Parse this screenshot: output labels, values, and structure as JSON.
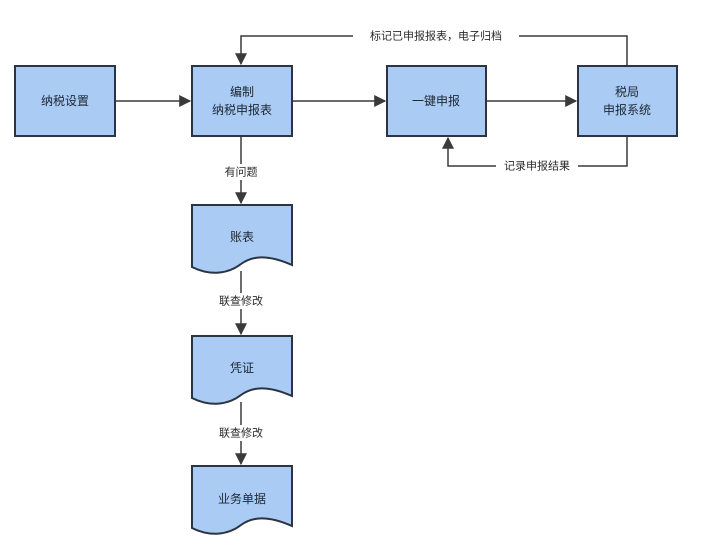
{
  "colors": {
    "node_fill": "#a9cbf4",
    "node_stroke": "#2b3440",
    "edge": "#3a3a3a"
  },
  "nodes": {
    "tax_setup": {
      "label": [
        "纳税设置"
      ]
    },
    "prepare_return": {
      "label": [
        "编制",
        "纳税申报表"
      ]
    },
    "one_click_declare": {
      "label": [
        "一键申报"
      ]
    },
    "tax_bureau_system": {
      "label": [
        "税局",
        "申报系统"
      ]
    },
    "ledger": {
      "label": [
        "账表"
      ]
    },
    "voucher": {
      "label": [
        "凭证"
      ]
    },
    "business_document": {
      "label": [
        "业务单据"
      ]
    }
  },
  "edges": {
    "mark_archived": {
      "label": "标记已申报报表，电子归档"
    },
    "record_result": {
      "label": "记录申报结果"
    },
    "has_issue": {
      "label": "有问题"
    },
    "query_modify_1": {
      "label": "联查修改"
    },
    "query_modify_2": {
      "label": "联查修改"
    }
  }
}
